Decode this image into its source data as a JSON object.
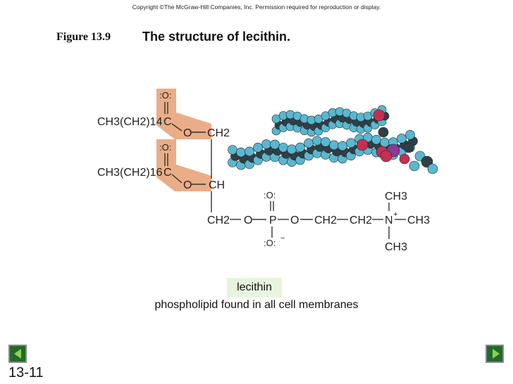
{
  "copyright": "Copyright ©The McGraw-Hill Companies, Inc. Permission required for reproduction or display.",
  "figure": {
    "number": "Figure 13.9",
    "title": "The structure of lecithin."
  },
  "structure": {
    "chain1": "CH3(CH2)14",
    "chain2": "CH3(CH2)16",
    "carbonyl_o": ":O:",
    "c_atom": "C",
    "ester_o": "O",
    "ch2_top": "CH2",
    "ch_mid": "CH",
    "ch2_bottom": "CH2",
    "phosphate_p": "P",
    "phosphate_o_top": ":O:",
    "phosphate_o_bottom": ":O:",
    "phosphate_charge": "−",
    "choline_ch2a": "CH2",
    "choline_ch2b": "CH2",
    "nitrogen": "N",
    "nitrogen_charge": "+",
    "methyl": "CH3"
  },
  "label": "lecithin",
  "caption": "phospholipid found in all cell membranes",
  "slide_number": "13-11",
  "colors": {
    "highlight": "#e8a47a",
    "atom_carbon": "#2f3f45",
    "atom_hydrogen": "#5ab7cf",
    "atom_oxygen": "#c5304f",
    "atom_phosphorus": "#8a3a96",
    "nav_bg": "#1f6a2c",
    "nav_arrow": "#8fd14f"
  }
}
